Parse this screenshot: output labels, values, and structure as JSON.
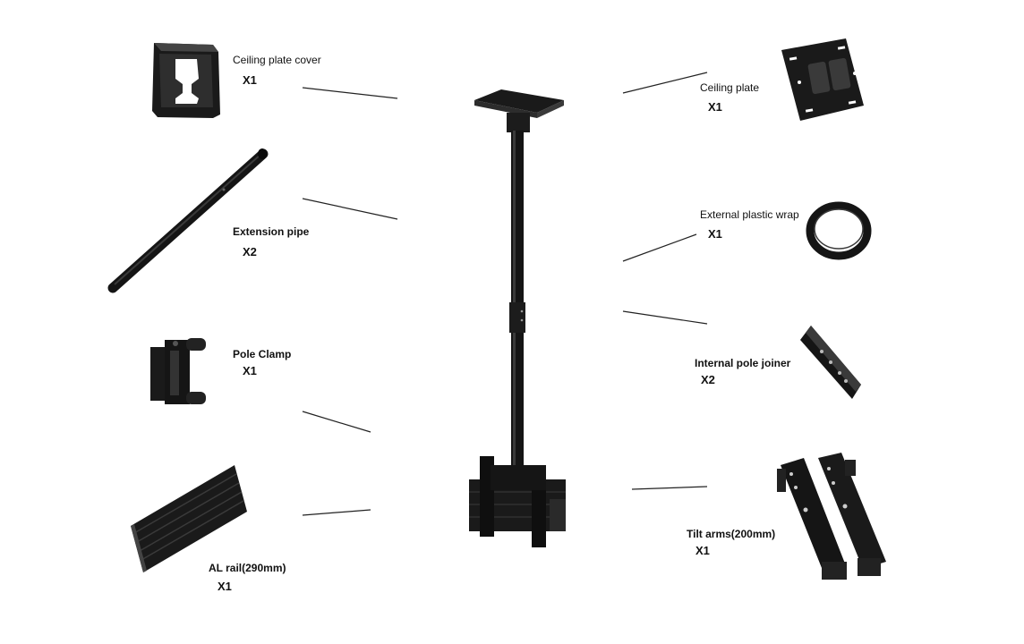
{
  "parts": [
    {
      "id": "ceiling-plate-cover",
      "name": "Ceiling plate cover",
      "qty": "X1",
      "bold": false
    },
    {
      "id": "ceiling-plate",
      "name": "Ceiling plate",
      "qty": "X1",
      "bold": false
    },
    {
      "id": "extension-pipe",
      "name": "Extension pipe",
      "qty": "X2",
      "bold": true
    },
    {
      "id": "external-plastic-wrap",
      "name": "External plastic wrap",
      "qty": "X1",
      "bold": false
    },
    {
      "id": "pole-clamp",
      "name": "Pole Clamp",
      "qty": "X1",
      "bold": true
    },
    {
      "id": "internal-pole-joiner",
      "name": "Internal pole joiner",
      "qty": "X2",
      "bold": true
    },
    {
      "id": "al-rail",
      "name": "AL rail(290mm)",
      "qty": "X1",
      "bold": true
    },
    {
      "id": "tilt-arms",
      "name": "Tilt arms(200mm)",
      "qty": "X1",
      "bold": true
    }
  ],
  "colors": {
    "part_fill": "#1a1a1a",
    "part_highlight": "#3a3a3a",
    "leader_line": "#222222"
  }
}
